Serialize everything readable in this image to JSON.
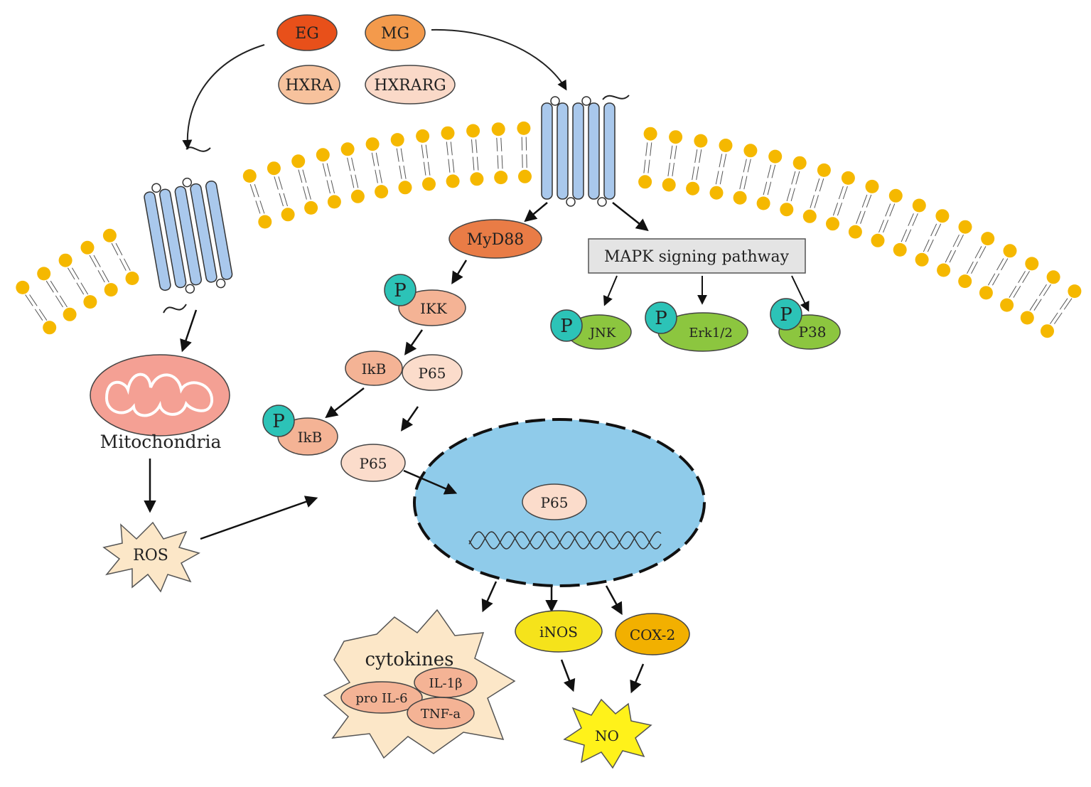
{
  "ligands": {
    "eg": "EG",
    "mg": "MG",
    "hxra": "HXRA",
    "hxrarg": "HXRARG"
  },
  "nodes": {
    "myd88": "MyD88",
    "mapk": "MAPK signing pathway",
    "ikk": "IKK",
    "ikb": "IkB",
    "p65_complex": "P65",
    "ikb_phospho": "IkB",
    "p65_free": "P65",
    "p65_nucleus": "P65",
    "jnk": "JNK",
    "erk": "Erk1/2",
    "p38": "P38",
    "mitochondria": "Mitochondria",
    "ros": "ROS",
    "inos": "iNOS",
    "cox2": "COX-2",
    "no": "NO"
  },
  "phospho_label": "P",
  "cytokines": {
    "title": "cytokines",
    "il1b": "IL-1β",
    "il6": "pro IL-6",
    "tnfa": "TNF-a"
  },
  "colors": {
    "lipid_head": "#f5b800",
    "receptor": "#a9c8ec",
    "nucleus": "#8fcbea",
    "eg": "#e8501a",
    "mg": "#f39a4c",
    "hxra": "#f7c29d",
    "hxrarg": "#fad9c8",
    "myd88": "#e97c46",
    "salmon": "#f4b395",
    "pale_salmon": "#fbdccb",
    "phospho": "#2cc3b7",
    "mapk_green": "#8cc63f",
    "mito": "#f4a094",
    "star_fill": "#fce7c8",
    "inos": "#f5e31b",
    "cox2": "#f2b000",
    "no": "#fff21a"
  }
}
